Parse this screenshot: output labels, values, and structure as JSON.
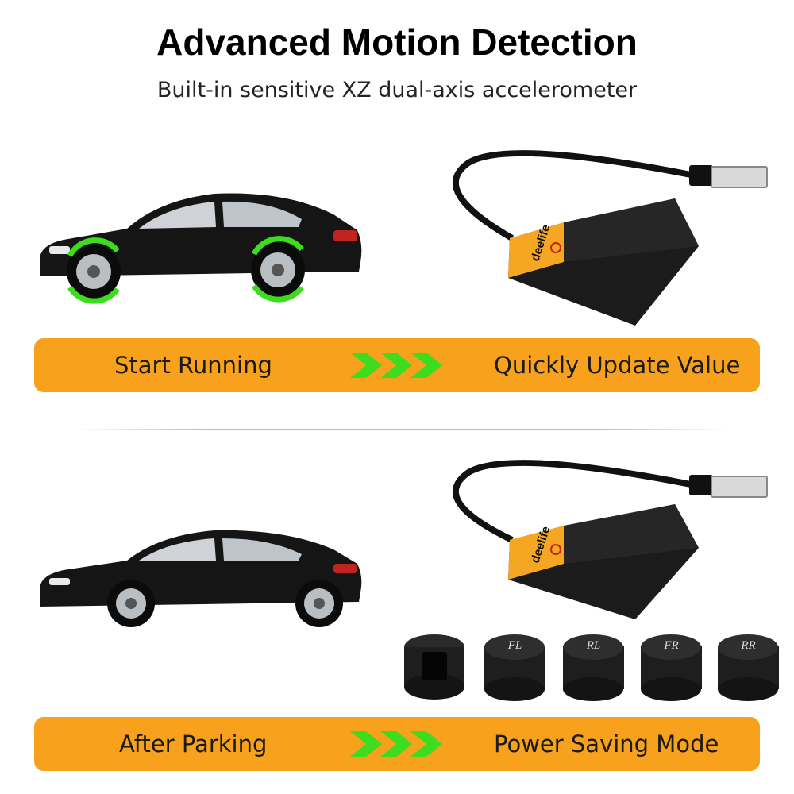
{
  "header": {
    "title": "Advanced Motion Detection",
    "subtitle": "Built-in sensitive XZ dual-axis accelerometer"
  },
  "section_running": {
    "left_label": "Start Running",
    "right_label": "Quickly Update Value"
  },
  "section_parking": {
    "left_label": "After Parking",
    "right_label": "Power Saving Mode"
  },
  "device": {
    "brand": "deelife"
  },
  "sensors": [
    {
      "label": "FL"
    },
    {
      "label": "RL"
    },
    {
      "label": "FR"
    },
    {
      "label": "RR"
    }
  ],
  "colors": {
    "banner": "#f7a11d",
    "arrow_green": "#3ddc1f",
    "car_body": "#151515",
    "device_accent": "#f5a623"
  }
}
